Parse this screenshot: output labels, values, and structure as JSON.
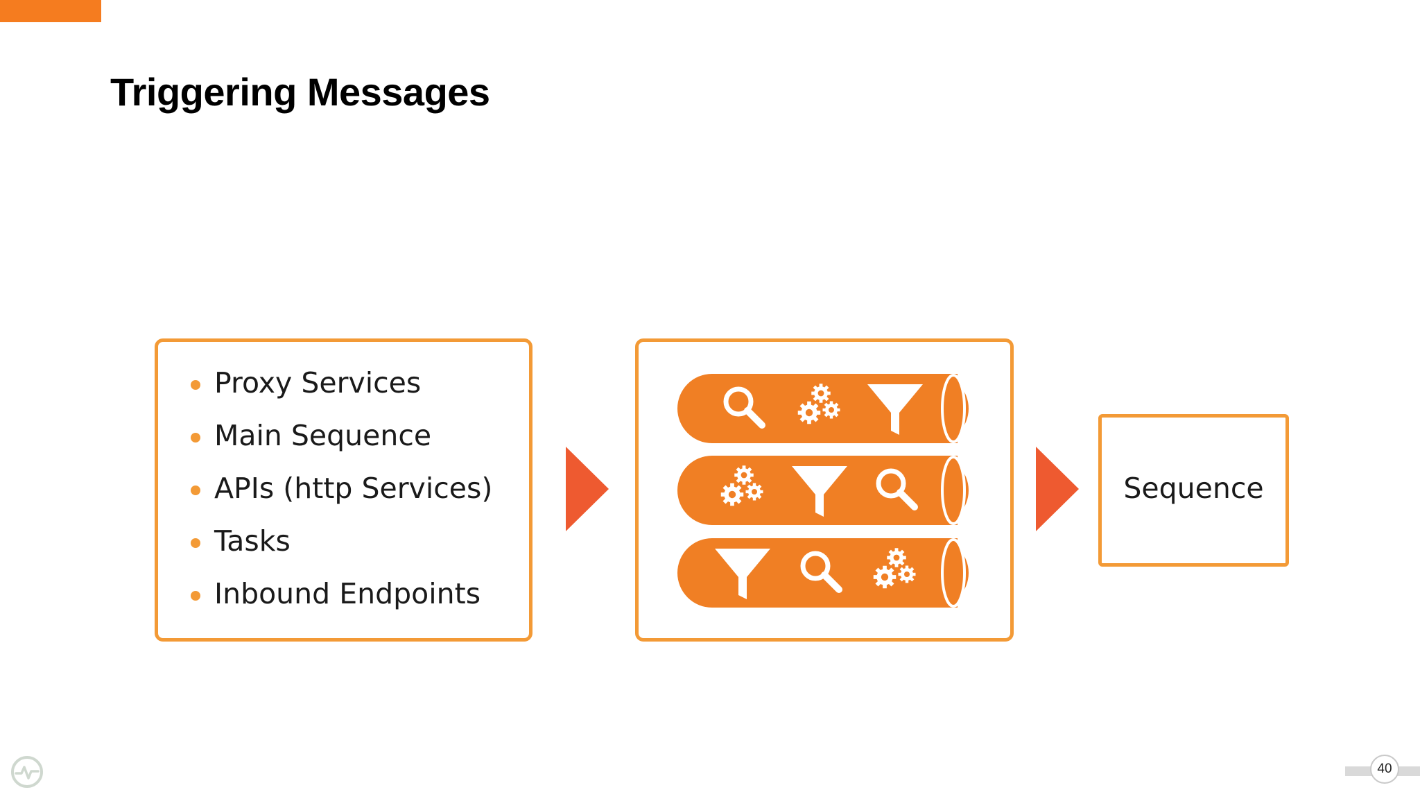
{
  "slide": {
    "title": "Triggering Messages",
    "page_number": "40"
  },
  "sources": {
    "items": [
      "Proxy Services",
      "Main Sequence",
      "APIs (http Services)",
      "Tasks",
      "Inbound Endpoints"
    ]
  },
  "pipeline": {
    "rows": [
      [
        "search-icon",
        "gears-icon",
        "funnel-icon"
      ],
      [
        "gears-icon",
        "funnel-icon",
        "search-icon"
      ],
      [
        "funnel-icon",
        "search-icon",
        "gears-icon"
      ]
    ]
  },
  "target": {
    "label": "Sequence"
  },
  "colors": {
    "accent": "#f57c1f",
    "border": "#f39a36",
    "pipe": "#f07f24",
    "arrow": "#ee5a30"
  }
}
